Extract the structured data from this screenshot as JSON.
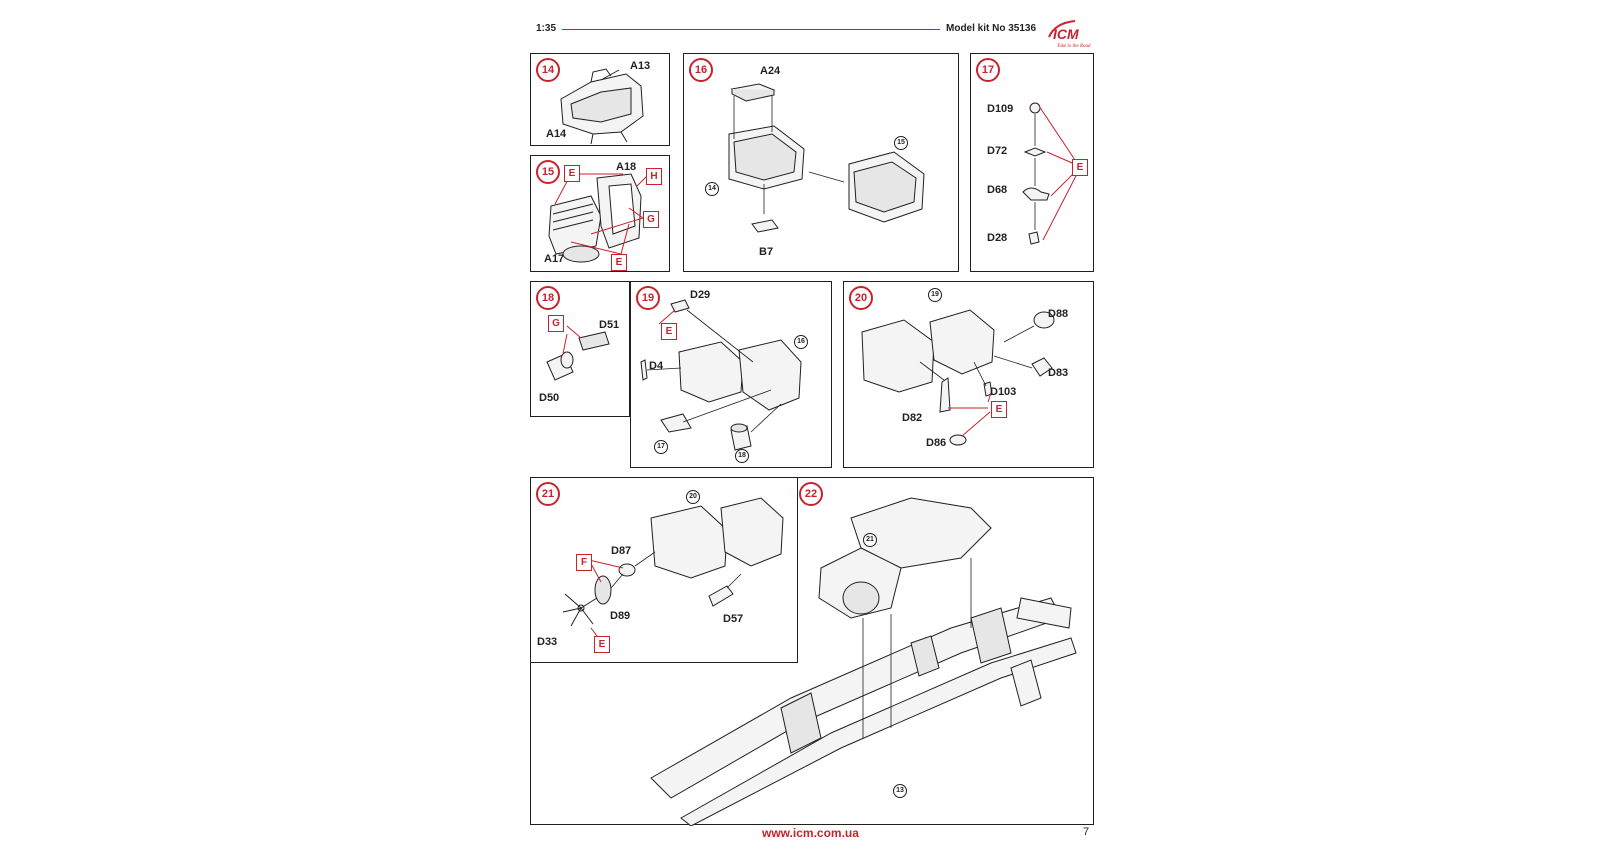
{
  "header": {
    "scale": "1:35",
    "kit_number": "Model kit No 35136",
    "logo_text": "ICM",
    "logo_tagline": "Take to the Road"
  },
  "steps": {
    "s14": {
      "num": "14",
      "parts": [
        "A13",
        "A14"
      ]
    },
    "s16": {
      "num": "16",
      "parts": [
        "A24",
        "B7"
      ],
      "refs": [
        "14",
        "15"
      ]
    },
    "s17": {
      "num": "17",
      "parts": [
        "D109",
        "D72",
        "D68",
        "D28"
      ],
      "tags": [
        "E"
      ]
    },
    "s15": {
      "num": "15",
      "parts": [
        "A18",
        "A17"
      ],
      "tags": [
        "E",
        "H",
        "G",
        "E"
      ]
    },
    "s18": {
      "num": "18",
      "parts": [
        "D51",
        "D50"
      ],
      "tags": [
        "G"
      ]
    },
    "s19": {
      "num": "19",
      "parts": [
        "D29",
        "D4"
      ],
      "tags": [
        "E"
      ],
      "refs": [
        "16",
        "17",
        "18"
      ]
    },
    "s20": {
      "num": "20",
      "parts": [
        "D88",
        "D83",
        "D103",
        "D82",
        "D86"
      ],
      "tags": [
        "E"
      ],
      "refs": [
        "19"
      ]
    },
    "s21": {
      "num": "21",
      "parts": [
        "D87",
        "D89",
        "D33",
        "D57"
      ],
      "tags": [
        "F",
        "E"
      ],
      "refs": [
        "20"
      ]
    },
    "s22": {
      "num": "22",
      "refs": [
        "21",
        "13"
      ]
    }
  },
  "footer": {
    "url": "www.icm.com.ua",
    "page": "7"
  },
  "colors": {
    "accent": "#c8232c",
    "ink": "#231f20"
  }
}
